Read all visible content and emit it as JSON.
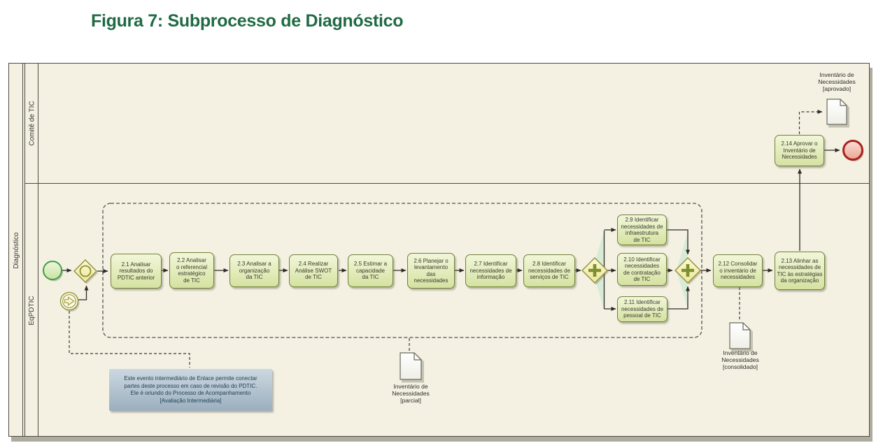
{
  "title": "Figura 7: Subprocesso de Diagnóstico",
  "pool": {
    "label": "Diagnóstico",
    "lanes": [
      {
        "label": "Comitê de TIC"
      },
      {
        "label": "EqPDTIC"
      }
    ]
  },
  "tasks": [
    {
      "id": "2.1",
      "label": "2.1 Analisar\nresultados do\nPDTIC anterior"
    },
    {
      "id": "2.2",
      "label": "2.2 Analisar\no referencial\nestratégico\nde TIC"
    },
    {
      "id": "2.3",
      "label": "2.3 Analisar a\norganização\nda TIC"
    },
    {
      "id": "2.4",
      "label": "2.4 Realizar\nAnálise SWOT\nde TIC"
    },
    {
      "id": "2.5",
      "label": "2.5 Estimar a\ncapacidade\nda TIC"
    },
    {
      "id": "2.6",
      "label": "2.6 Planejar o\nlevantamento\ndas\nnecessidades"
    },
    {
      "id": "2.7",
      "label": "2.7 Identificar\nnecessidades de\ninformação"
    },
    {
      "id": "2.8",
      "label": "2.8 Identificar\nnecessidades de\nserviços de TIC"
    },
    {
      "id": "2.9",
      "label": "2.9 Identificar\nnecessidades de\ninfraestrutura\nde TIC"
    },
    {
      "id": "2.10",
      "label": "2.10 Identificar\nnecessidades\nde contratação\nde TIC"
    },
    {
      "id": "2.11",
      "label": "2.11 Identificar\nnecessidades de\npessoal de TIC"
    },
    {
      "id": "2.12",
      "label": "2.12 Consolidar\no inventário de\nnecessidades"
    },
    {
      "id": "2.13",
      "label": "2.13 Alinhar as\nnecessidades de\nTIC às estratégias\nda organização"
    },
    {
      "id": "2.14",
      "label": "2.14 Aprovar o\nInventário de\nNecessidades"
    }
  ],
  "documents": [
    {
      "name": "inventario-aprovado",
      "label": "Inventário de\nNecessidades\n[aprovado]"
    },
    {
      "name": "inventario-parcial",
      "label": "Inventário de\nNecessidades\n[parcial]"
    },
    {
      "name": "inventario-consolidado",
      "label": "Inventário de\nNecessidades\n[consolidado]"
    }
  ],
  "annotation": {
    "text": "Este evento intermediário de Enlace permite conectar\npartes deste processo em caso de revisão do PDTIC.\nEle é oriundo do Processo de Acompanhamento\n[Avaliação Intermediária]"
  },
  "events": [
    {
      "name": "start-event-icon",
      "type": "start"
    },
    {
      "name": "link-intermediate-event-icon",
      "type": "link"
    },
    {
      "name": "end-event-icon",
      "type": "end"
    }
  ],
  "gateways": [
    {
      "name": "inclusive-gateway-icon",
      "type": "inclusive"
    },
    {
      "name": "parallel-split-gateway-icon",
      "type": "parallel"
    },
    {
      "name": "parallel-join-gateway-icon",
      "type": "parallel"
    }
  ],
  "colors": {
    "title_green": "#206b44",
    "pool_background": "#f4f1e3",
    "task_border": "#708038",
    "task_fill_top": "#f2f6d9",
    "task_fill_bottom": "#d5e2a1",
    "gateway_plus": "#7d9030",
    "start_border": "#3fa044",
    "end_border": "#a6231c",
    "annotation_text": "#1d3f55"
  }
}
